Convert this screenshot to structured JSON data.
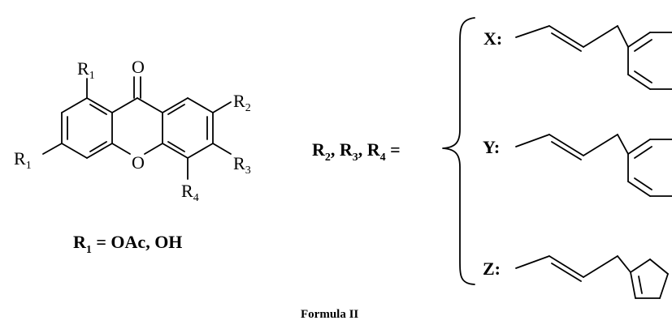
{
  "core": {
    "r1_top": "R",
    "r1_top_sub": "1",
    "r1_left": "R",
    "r1_left_sub": "1",
    "carbonyl_o": "O",
    "ring_o": "O",
    "r2": "R",
    "r2_sub": "2",
    "r3": "R",
    "r3_sub": "3",
    "r4": "R",
    "r4_sub": "4"
  },
  "r1_definition": {
    "r": "R",
    "sub": "1",
    "rest": " = OAc, OH"
  },
  "r_group_label": {
    "r2": "R",
    "r2_sub": "2",
    "sep1": ", ",
    "r3": "R",
    "r3_sub": "3",
    "sep2": ", ",
    "r4": "R",
    "r4_sub": "4",
    "eq": " ="
  },
  "substituents": [
    {
      "label": "X:"
    },
    {
      "label": "Y:"
    },
    {
      "label": "Z:"
    }
  ],
  "caption": "Formula II"
}
